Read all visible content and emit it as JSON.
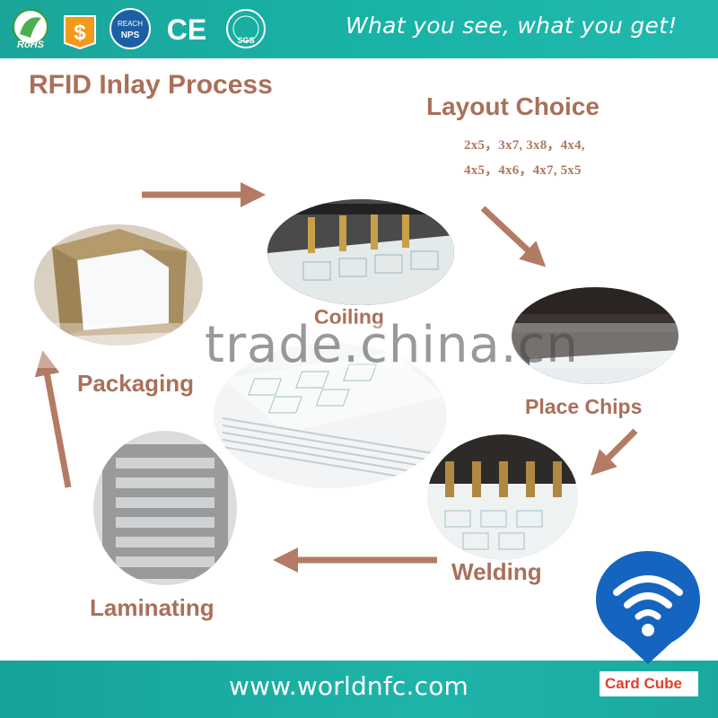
{
  "header": {
    "slogan": "What you see, what you get!",
    "certifications": [
      {
        "name": "rohs-icon",
        "label": "RoHS"
      },
      {
        "name": "dollar-icon",
        "label": "$"
      },
      {
        "name": "reach-icon",
        "label": "REACH",
        "sub": "NPS"
      },
      {
        "name": "ce-mark-icon",
        "label": "CE"
      },
      {
        "name": "sgs-icon",
        "label": "SGS"
      }
    ]
  },
  "title": "RFID Inlay Process",
  "layout_choice": {
    "heading": "Layout Choice",
    "line1": "2x5，3x7, 3x8，4x4,",
    "line2": "4x5，4x6，4x7, 5x5"
  },
  "steps": {
    "coiling": "Coiling",
    "place_chips": "Place Chips",
    "welding": "Welding",
    "laminating": "Laminating",
    "packaging": "Packaging"
  },
  "watermark": "trade.china.cn",
  "footer": {
    "website": "www.worldnfc.com"
  },
  "brand": {
    "name": "Card Cube"
  },
  "colors": {
    "teal": "#1aa99f",
    "accent_brown": "#a9705a",
    "arrow_brown": "#b47b64",
    "brand_blue": "#1565c0",
    "brand_red": "#e0402c"
  }
}
